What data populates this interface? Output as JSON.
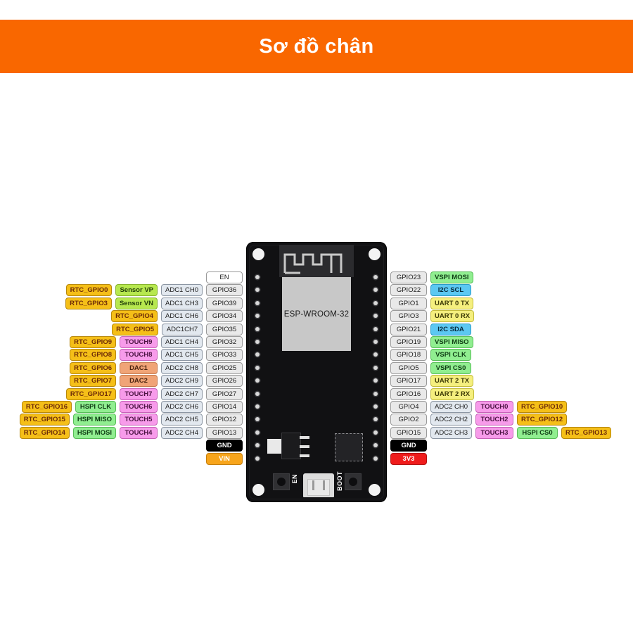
{
  "header": {
    "title": "Sơ đồ chân"
  },
  "board": {
    "module_label": "ESP-WROOM-32",
    "button_en": "EN",
    "button_boot": "BOOT",
    "colors": {
      "header_bg": "#f96700",
      "board_bg": "#111113",
      "module_bg": "#c8c8c8",
      "rtc": "#f5bf18",
      "touch": "#f79bea",
      "dac": "#f0a477",
      "sensor": "#b7e84f",
      "spi": "#90ee90",
      "i2c": "#5cc8f2",
      "uart": "#f5ef7e",
      "adc": "#e2e8ef",
      "gpio": "#e9e9e9",
      "gnd": "#000000",
      "vin": "#f7a51c",
      "v33": "#ef1c1c"
    }
  },
  "left_rows": [
    {
      "pins": [
        {
          "label": "EN",
          "type": "en"
        }
      ]
    },
    {
      "pins": [
        {
          "label": "RTC_GPIO0",
          "type": "rtc"
        },
        {
          "label": "Sensor VP",
          "type": "sensor"
        },
        {
          "label": "ADC1 CH0",
          "type": "adc"
        },
        {
          "label": "GPIO36",
          "type": "gpio"
        }
      ]
    },
    {
      "pins": [
        {
          "label": "RTC_GPIO3",
          "type": "rtc"
        },
        {
          "label": "Sensor VN",
          "type": "sensor"
        },
        {
          "label": "ADC1 CH3",
          "type": "adc"
        },
        {
          "label": "GPIO39",
          "type": "gpio"
        }
      ]
    },
    {
      "pins": [
        {
          "label": "RTC_GPIO4",
          "type": "rtc"
        },
        {
          "label": "ADC1 CH6",
          "type": "adc"
        },
        {
          "label": "GPIO34",
          "type": "gpio"
        }
      ]
    },
    {
      "pins": [
        {
          "label": "RTC_GPIO5",
          "type": "rtc"
        },
        {
          "label": "ADC1CH7",
          "type": "adc"
        },
        {
          "label": "GPIO35",
          "type": "gpio"
        }
      ]
    },
    {
      "pins": [
        {
          "label": "RTC_GPIO9",
          "type": "rtc"
        },
        {
          "label": "TOUCH9",
          "type": "touch"
        },
        {
          "label": "ADC1 CH4",
          "type": "adc"
        },
        {
          "label": "GPIO32",
          "type": "gpio"
        }
      ]
    },
    {
      "pins": [
        {
          "label": "RTC_GPIO8",
          "type": "rtc"
        },
        {
          "label": "TOUCH8",
          "type": "touch"
        },
        {
          "label": "ADC1 CH5",
          "type": "adc"
        },
        {
          "label": "GPIO33",
          "type": "gpio"
        }
      ]
    },
    {
      "pins": [
        {
          "label": "RTC_GPIO6",
          "type": "rtc"
        },
        {
          "label": "DAC1",
          "type": "dac"
        },
        {
          "label": "ADC2 CH8",
          "type": "adc"
        },
        {
          "label": "GPIO25",
          "type": "gpio"
        }
      ]
    },
    {
      "pins": [
        {
          "label": "RTC_GPIO7",
          "type": "rtc"
        },
        {
          "label": "DAC2",
          "type": "dac"
        },
        {
          "label": "ADC2 CH9",
          "type": "adc"
        },
        {
          "label": "GPIO26",
          "type": "gpio"
        }
      ]
    },
    {
      "pins": [
        {
          "label": "RTC_GPIO17",
          "type": "rtc"
        },
        {
          "label": "TOUCH7",
          "type": "touch"
        },
        {
          "label": "ADC2 CH7",
          "type": "adc"
        },
        {
          "label": "GPIO27",
          "type": "gpio"
        }
      ]
    },
    {
      "pins": [
        {
          "label": "RTC_GPIO16",
          "type": "rtc"
        },
        {
          "label": "HSPI CLK",
          "type": "hspi"
        },
        {
          "label": "TOUCH6",
          "type": "touch"
        },
        {
          "label": "ADC2 CH6",
          "type": "adc"
        },
        {
          "label": "GPIO14",
          "type": "gpio"
        }
      ]
    },
    {
      "pins": [
        {
          "label": "RTC_GPIO15",
          "type": "rtc"
        },
        {
          "label": "HSPI MISO",
          "type": "hspi"
        },
        {
          "label": "TOUCH5",
          "type": "touch"
        },
        {
          "label": "ADC2 CH5",
          "type": "adc"
        },
        {
          "label": "GPIO12",
          "type": "gpio"
        }
      ]
    },
    {
      "pins": [
        {
          "label": "RTC_GPIO14",
          "type": "rtc"
        },
        {
          "label": "HSPI MOSI",
          "type": "hspi"
        },
        {
          "label": "TOUCH4",
          "type": "touch"
        },
        {
          "label": "ADC2 CH4",
          "type": "adc"
        },
        {
          "label": "GPIO13",
          "type": "gpio"
        }
      ]
    },
    {
      "pins": [
        {
          "label": "GND",
          "type": "gnd"
        }
      ]
    },
    {
      "pins": [
        {
          "label": "VIN",
          "type": "vin"
        }
      ]
    }
  ],
  "right_rows": [
    {
      "pins": [
        {
          "label": "GPIO23",
          "type": "gpio"
        },
        {
          "label": "VSPI MOSI",
          "type": "vspi"
        }
      ]
    },
    {
      "pins": [
        {
          "label": "GPIO22",
          "type": "gpio"
        },
        {
          "label": "I2C SCL",
          "type": "i2c"
        }
      ]
    },
    {
      "pins": [
        {
          "label": "GPIO1",
          "type": "gpio"
        },
        {
          "label": "UART 0 TX",
          "type": "uart"
        }
      ]
    },
    {
      "pins": [
        {
          "label": "GPIO3",
          "type": "gpio"
        },
        {
          "label": "UART 0 RX",
          "type": "uart"
        }
      ]
    },
    {
      "pins": [
        {
          "label": "GPIO21",
          "type": "gpio"
        },
        {
          "label": "I2C SDA",
          "type": "i2c"
        }
      ]
    },
    {
      "pins": [
        {
          "label": "GPIO19",
          "type": "gpio"
        },
        {
          "label": "VSPI MISO",
          "type": "vspi"
        }
      ]
    },
    {
      "pins": [
        {
          "label": "GPIO18",
          "type": "gpio"
        },
        {
          "label": "VSPI CLK",
          "type": "vspi"
        }
      ]
    },
    {
      "pins": [
        {
          "label": "GPIO5",
          "type": "gpio"
        },
        {
          "label": "VSPI CS0",
          "type": "vspi"
        }
      ]
    },
    {
      "pins": [
        {
          "label": "GPIO17",
          "type": "gpio"
        },
        {
          "label": "UART 2 TX",
          "type": "uart"
        }
      ]
    },
    {
      "pins": [
        {
          "label": "GPIO16",
          "type": "gpio"
        },
        {
          "label": "UART 2 RX",
          "type": "uart"
        }
      ]
    },
    {
      "pins": [
        {
          "label": "GPIO4",
          "type": "gpio"
        },
        {
          "label": "ADC2 CH0",
          "type": "adc"
        },
        {
          "label": "TOUCH0",
          "type": "touch"
        },
        {
          "label": "RTC_GPIO10",
          "type": "rtc"
        }
      ]
    },
    {
      "pins": [
        {
          "label": "GPIO2",
          "type": "gpio"
        },
        {
          "label": "ADC2 CH2",
          "type": "adc"
        },
        {
          "label": "TOUCH2",
          "type": "touch"
        },
        {
          "label": "RTC_GPIO12",
          "type": "rtc"
        }
      ]
    },
    {
      "pins": [
        {
          "label": "GPIO15",
          "type": "gpio"
        },
        {
          "label": "ADC2 CH3",
          "type": "adc"
        },
        {
          "label": "TOUCH3",
          "type": "touch"
        },
        {
          "label": "HSPI CS0",
          "type": "hspi"
        },
        {
          "label": "RTC_GPIO13",
          "type": "rtc"
        }
      ]
    },
    {
      "pins": [
        {
          "label": "GND",
          "type": "gnd"
        }
      ]
    },
    {
      "pins": [
        {
          "label": "3V3",
          "type": "v33"
        }
      ]
    }
  ]
}
